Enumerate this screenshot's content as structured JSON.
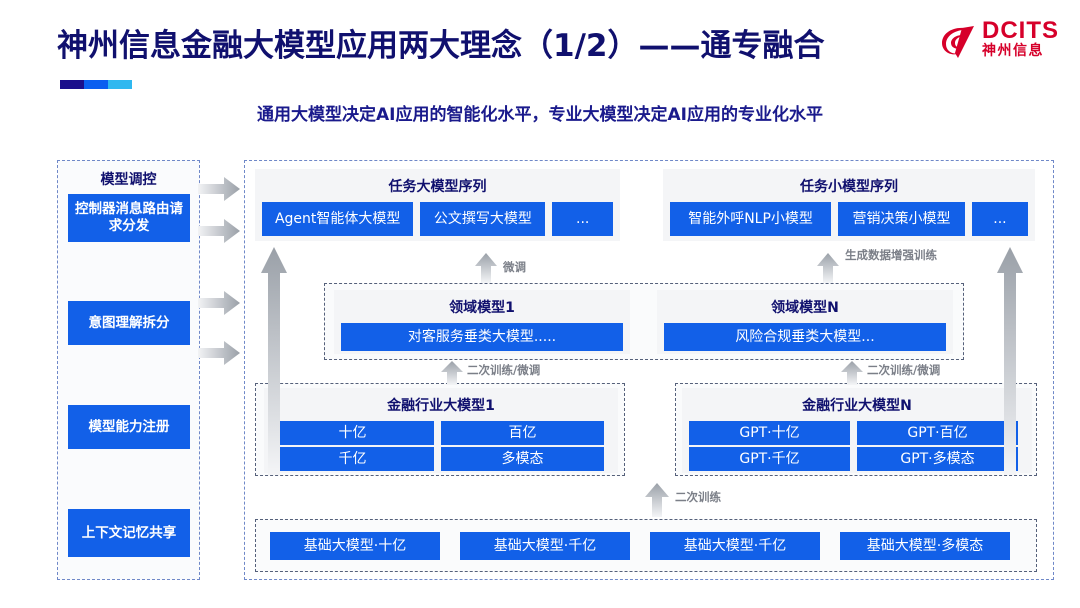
{
  "header": {
    "title": "神州信息金融大模型应用两大理念（1/2）——通专融合",
    "subtitle": "通用大模型决定AI应用的智能化水平，专业大模型决定AI应用的专业化水平",
    "logo_en": "DCITS",
    "logo_cn": "神州信息",
    "accent_colors": [
      "#1b0f8c",
      "#0b5ff0",
      "#2fb8f0"
    ]
  },
  "colors": {
    "box_blue": "#1260e8",
    "title_navy": "#10106e",
    "panel_gray": "#f4f5f7",
    "arrow_gray": "#9aa0a8",
    "logo_red": "#d6002a"
  },
  "sidebar": {
    "title": "模型调控",
    "items": [
      {
        "label": "控制器消息路由请求分发"
      },
      {
        "label": "意图理解拆分"
      },
      {
        "label": "模型能力注册"
      },
      {
        "label": "上下文记忆共享"
      }
    ]
  },
  "task_layer": {
    "left": {
      "title": "任务大模型序列",
      "boxes": [
        "Agent智能体大模型",
        "公文撰写大模型",
        "..."
      ]
    },
    "right": {
      "title": "任务小模型序列",
      "boxes": [
        "智能外呼NLP小模型",
        "营销决策小模型",
        "..."
      ]
    }
  },
  "domain_layer": {
    "left": {
      "title": "领域模型1",
      "box": "对客服务垂类大模型....."
    },
    "right": {
      "title": "领域模型N",
      "box": "风险合规垂类大模型..."
    }
  },
  "industry_layer": {
    "left": {
      "title": "金融行业大模型1",
      "boxes": [
        "十亿",
        "百亿",
        "千亿",
        "多模态"
      ]
    },
    "right": {
      "title": "金融行业大模型N",
      "boxes": [
        "GPT·十亿",
        "GPT·百亿",
        "GPT·千亿",
        "GPT·多模态"
      ]
    }
  },
  "base_layer": {
    "boxes": [
      "基础大模型·十亿",
      "基础大模型·千亿",
      "基础大模型·千亿",
      "基础大模型·多模态"
    ]
  },
  "connectors": {
    "fine_tune": "微调",
    "data_aug": "生成数据增强训练",
    "retrain_fine_tune_left": "二次训练/微调",
    "retrain_fine_tune_right": "二次训练/微调",
    "retrain": "二次训练"
  }
}
